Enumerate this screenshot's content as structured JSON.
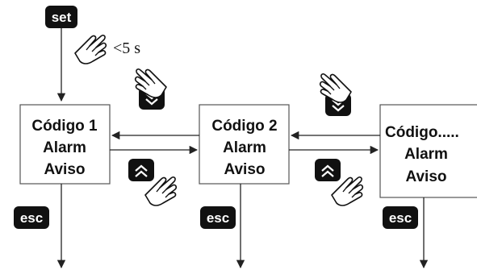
{
  "header_fragment": "",
  "keys": {
    "set": "set",
    "esc": "esc"
  },
  "press_time": "<5 s",
  "states": [
    {
      "line1": "Código 1",
      "line2": "Alarm",
      "line3": "Aviso"
    },
    {
      "line1": "Código 2",
      "line2": "Alarm",
      "line3": "Aviso"
    },
    {
      "line1": "Código.....",
      "line2": "Alarm",
      "line3": "Aviso"
    }
  ],
  "icons": {
    "hand": "pointing-hand-icon",
    "up": "double-chevron-up-icon",
    "down": "double-chevron-down-icon"
  },
  "colors": {
    "key_fill": "#111111",
    "line": "#222222",
    "text": "#111111"
  }
}
